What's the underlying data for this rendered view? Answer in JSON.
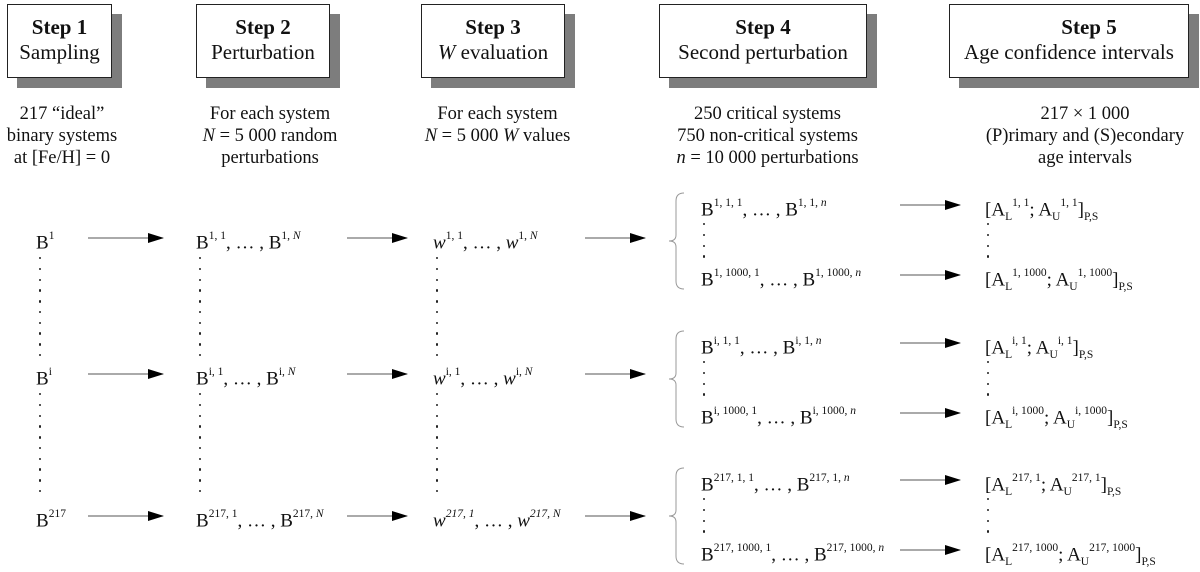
{
  "steps": [
    {
      "title": "Step 1",
      "subtitle": "Sampling",
      "description": [
        "217 “ideal”",
        "binary systems",
        "at [Fe/H] = 0"
      ]
    },
    {
      "title": "Step 2",
      "subtitle": "Perturbation",
      "description": [
        "For each system",
        "N = 5 000 random",
        "perturbations"
      ]
    },
    {
      "title": "Step 3",
      "subtitle_italic": "W",
      "subtitle": " evaluation",
      "description": [
        "For each system",
        "N = 5 000 W values"
      ]
    },
    {
      "title": "Step 4",
      "subtitle": "Second perturbation",
      "description": [
        "250 critical systems",
        "750 non-critical systems",
        "n = 10 000 perturbations"
      ]
    },
    {
      "title": "Step 5",
      "subtitle": "Age confidence intervals",
      "description": [
        "217 × 1 000",
        "(P)rimary and (S)econdary",
        "age intervals"
      ]
    }
  ],
  "col1": {
    "rows": [
      {
        "base": "B",
        "sup": "1"
      },
      {
        "base": "B",
        "sup": "i"
      },
      {
        "base": "B",
        "sup": "217"
      }
    ]
  },
  "col2": {
    "rows": [
      {
        "a": "B",
        "asup": "1, 1",
        "b": "B",
        "bsup_pre": "1, ",
        "bsup_it": "N"
      },
      {
        "a": "B",
        "asup": "i, 1",
        "b": "B",
        "bsup_pre": "i, ",
        "bsup_it": "N"
      },
      {
        "a": "B",
        "asup": "217, 1",
        "b": "B",
        "bsup_pre": "217, ",
        "bsup_it": "N"
      }
    ],
    "ellipsis": ", … , "
  },
  "col3": {
    "rows": [
      {
        "a": "w",
        "asup": "1, 1",
        "b": "w",
        "bsup_pre": "1, ",
        "bsup_it": "N"
      },
      {
        "a": "w",
        "asup": "i, 1",
        "b": "w",
        "bsup_pre": "i, ",
        "bsup_it": "N"
      },
      {
        "a": "w",
        "asup": "217, 1",
        "b": "w",
        "bsup_pre": "217, ",
        "bsup_it": "N"
      }
    ]
  },
  "col4": {
    "groups": [
      {
        "top": {
          "a": "B",
          "asup": "1, 1, 1",
          "b": "B",
          "bsup_pre": "1, 1, ",
          "bsup_it": "n"
        },
        "bottom": {
          "a": "B",
          "asup": "1, 1000, 1",
          "b": "B",
          "bsup_pre": "1, 1000, ",
          "bsup_it": "n"
        }
      },
      {
        "top": {
          "a": "B",
          "asup": "i, 1, 1",
          "b": "B",
          "bsup_pre": "i, 1, ",
          "bsup_it": "n"
        },
        "bottom": {
          "a": "B",
          "asup": "i, 1000, 1",
          "b": "B",
          "bsup_pre": "i, 1000, ",
          "bsup_it": "n"
        }
      },
      {
        "top": {
          "a": "B",
          "asup": "217, 1, 1",
          "b": "B",
          "bsup_pre": "217, 1, ",
          "bsup_it": "n"
        },
        "bottom": {
          "a": "B",
          "asup": "217, 1000, 1",
          "b": "B",
          "bsup_pre": "217, 1000, ",
          "bsup_it": "n"
        }
      }
    ]
  },
  "col5": {
    "groups": [
      {
        "top": {
          "sup": "1, 1"
        },
        "bottom": {
          "sup": "1, 1000"
        }
      },
      {
        "top": {
          "sup": "i, 1"
        },
        "bottom": {
          "sup": "i, 1000"
        }
      },
      {
        "top": {
          "sup": "217, 1"
        },
        "bottom": {
          "sup": "217, 1000"
        }
      }
    ],
    "lower": "A",
    "lower_sub": "L",
    "upper": "A",
    "upper_sub": "U",
    "open": "[",
    "sep": "; ",
    "close": "]",
    "close_sub": "P,S"
  }
}
